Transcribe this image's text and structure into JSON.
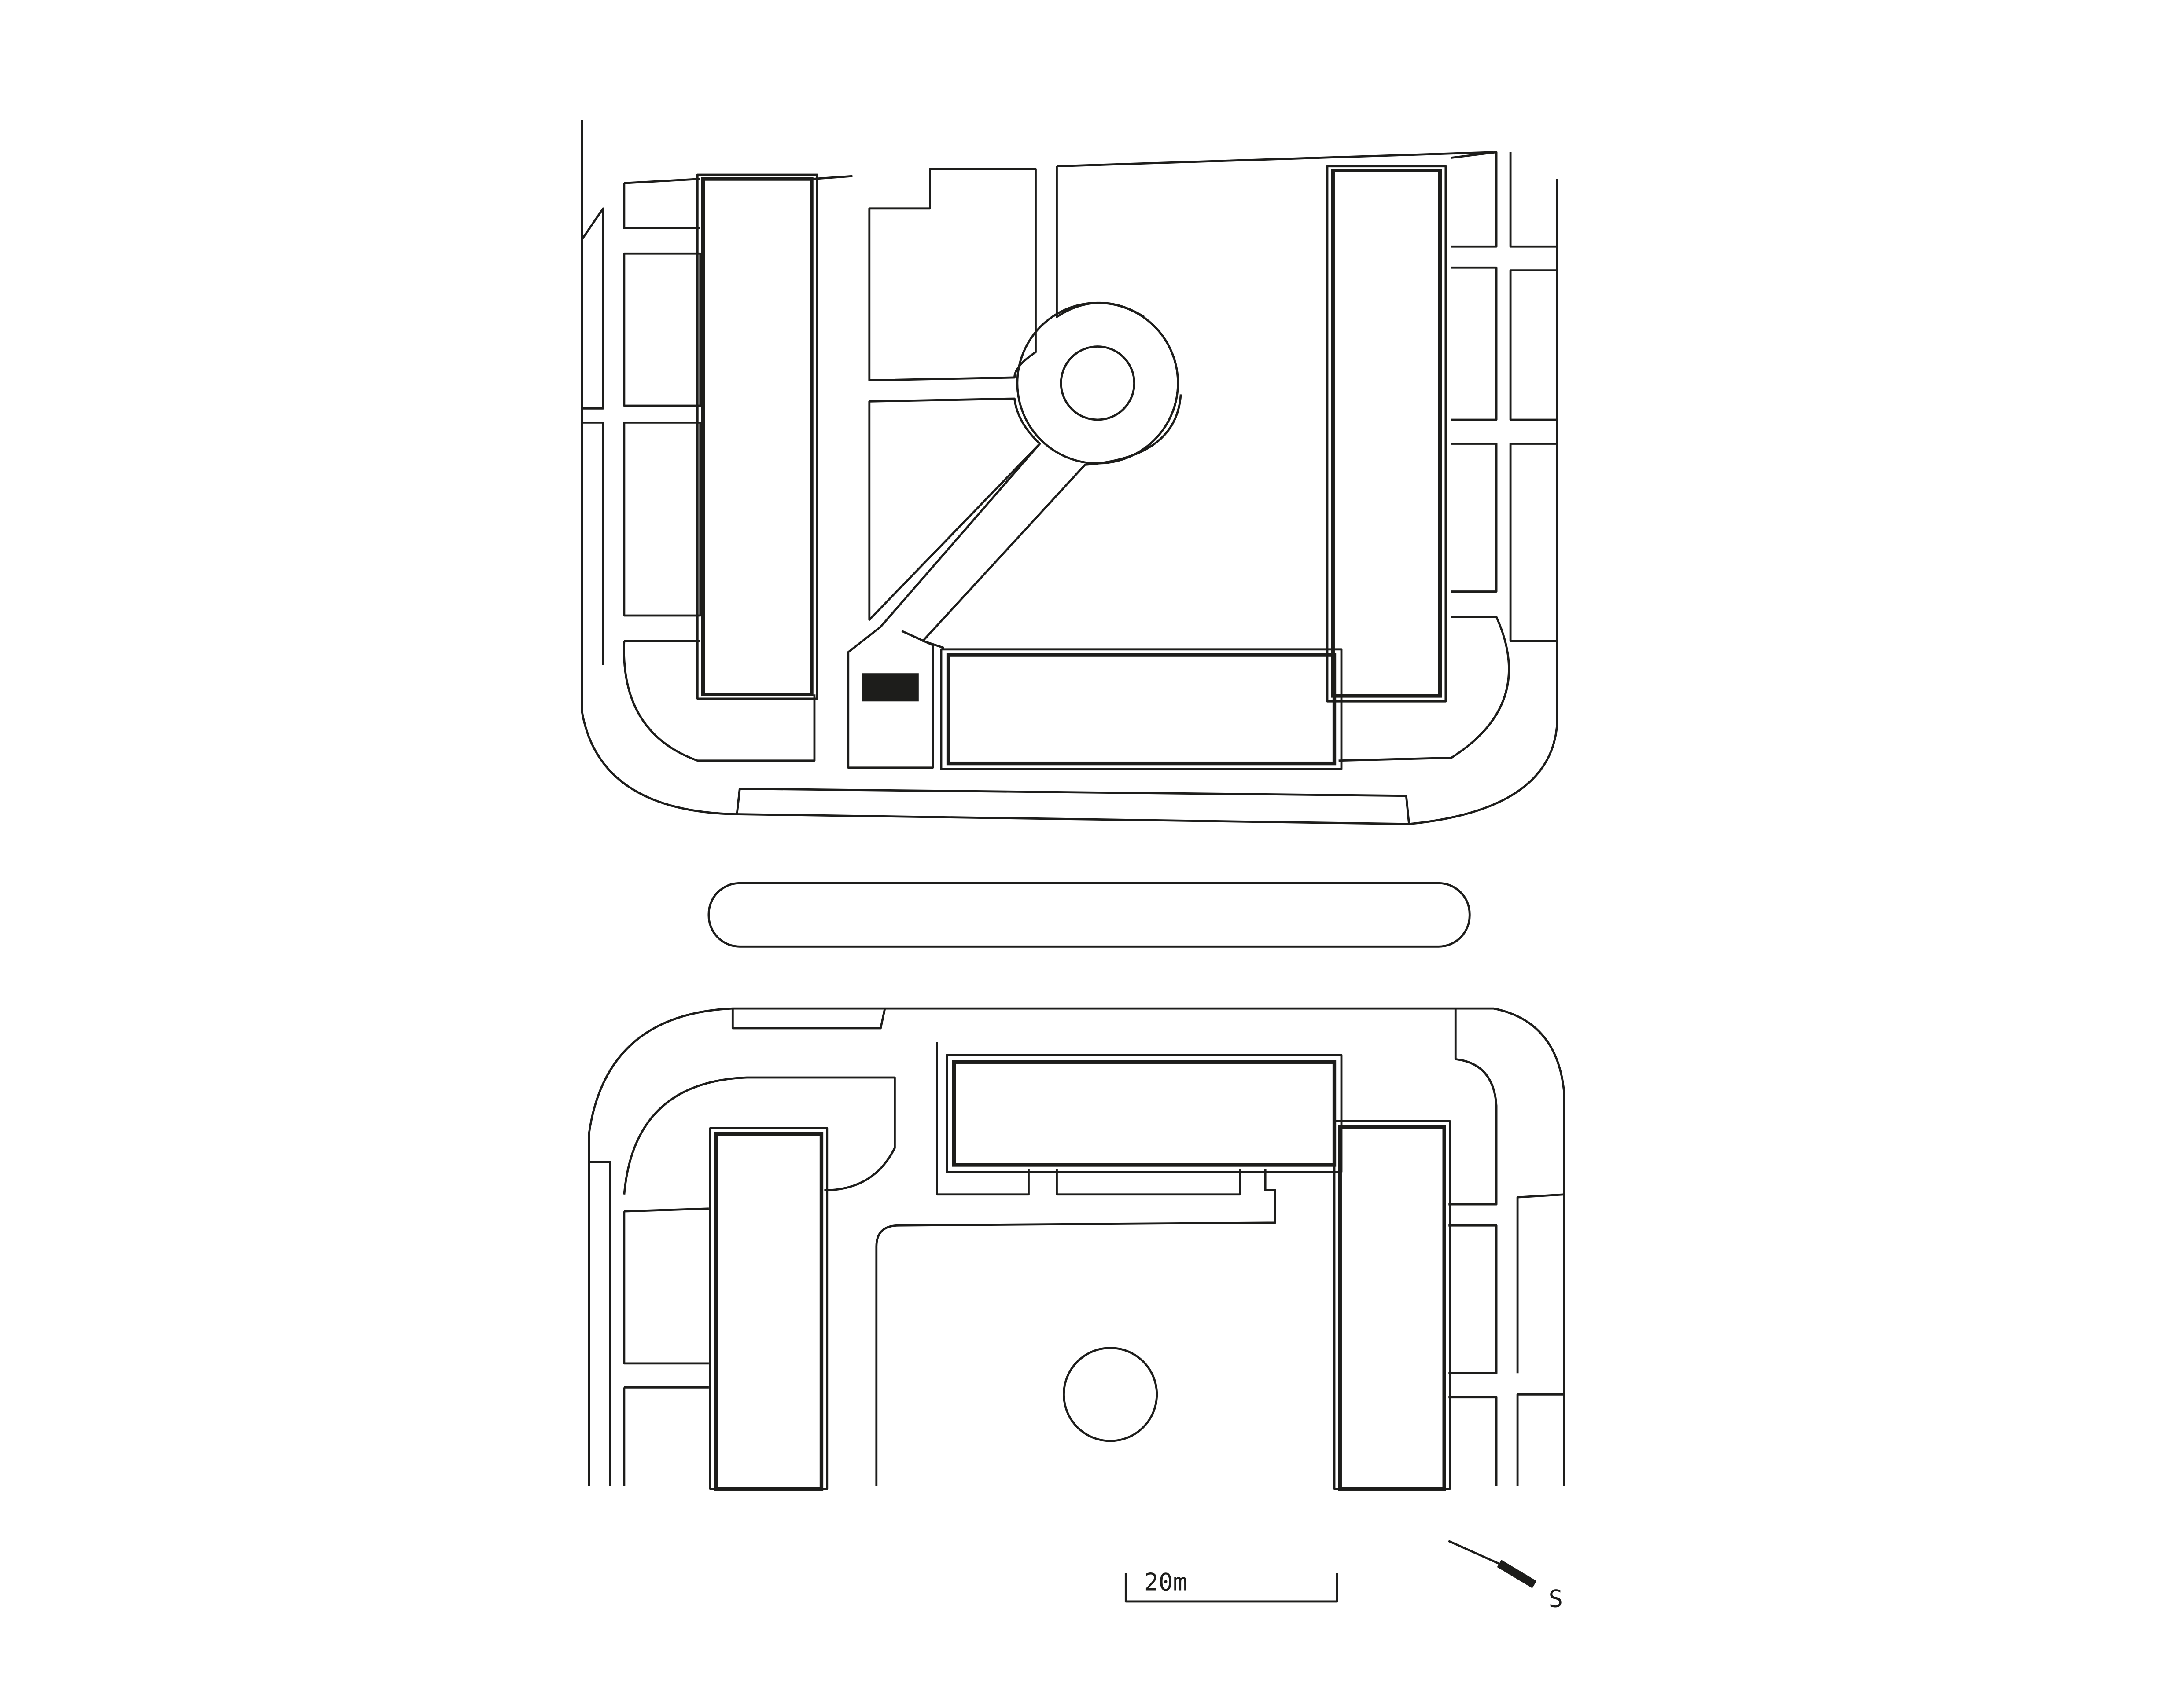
{
  "plan": {
    "scale_bar": {
      "label": "20m",
      "distance_m": 20
    },
    "orientation": {
      "label": "S"
    }
  },
  "colors": {
    "line": "#1d1d1b",
    "background": "#ffffff"
  }
}
